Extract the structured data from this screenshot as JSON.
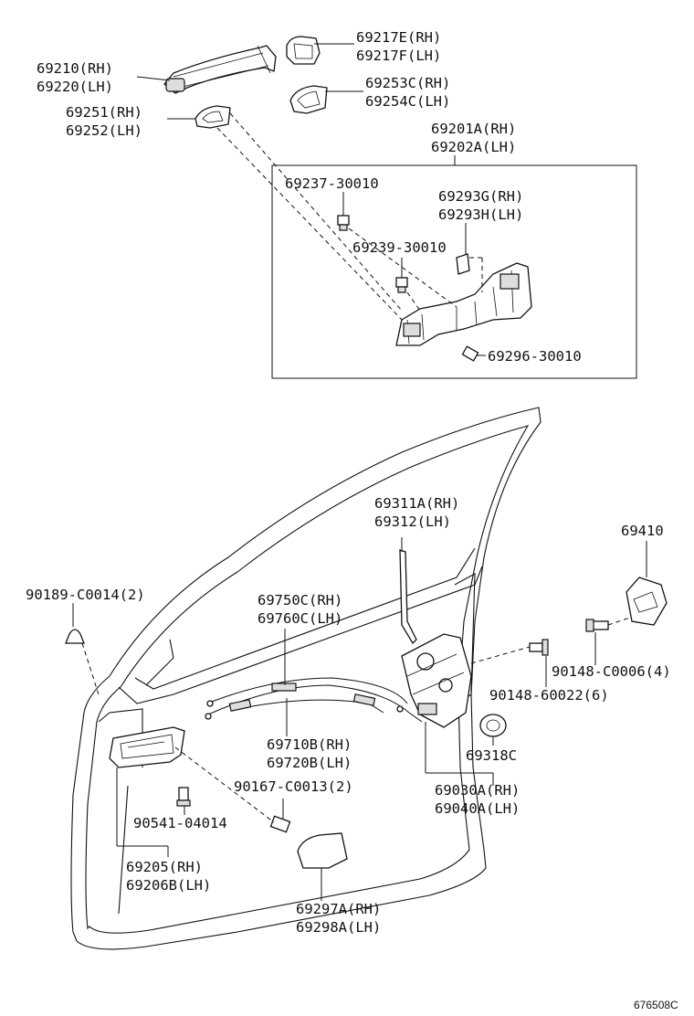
{
  "labels": {
    "p69217": [
      "69217E(RH)",
      "69217F(LH)"
    ],
    "p69210": [
      "69210(RH)",
      "69220(LH)"
    ],
    "p69253": [
      "69253C(RH)",
      "69254C(LH)"
    ],
    "p69251": [
      "69251(RH)",
      "69252(LH)"
    ],
    "p69201": [
      "69201A(RH)",
      "69202A(LH)"
    ],
    "p69237": [
      "69237-30010"
    ],
    "p69293": [
      "69293G(RH)",
      "69293H(LH)"
    ],
    "p69239": [
      "69239-30010"
    ],
    "p69296": [
      "69296-30010"
    ],
    "p69311": [
      "69311A(RH)",
      "69312(LH)"
    ],
    "p69410": [
      "69410"
    ],
    "p90189": [
      "90189-C0014(2)"
    ],
    "p69750": [
      "69750C(RH)",
      "69760C(LH)"
    ],
    "p90148a": [
      "90148-C0006(4)"
    ],
    "p90148b": [
      "90148-60022(6)"
    ],
    "p69710": [
      "69710B(RH)",
      "69720B(LH)"
    ],
    "p69318": [
      "69318C"
    ],
    "p90167": [
      "90167-C0013(2)"
    ],
    "p69030": [
      "69030A(RH)",
      "69040A(LH)"
    ],
    "p90541": [
      "90541-04014"
    ],
    "p69205": [
      "69205(RH)",
      "69206B(LH)"
    ],
    "p69297": [
      "69297A(RH)",
      "69298A(LH)"
    ]
  },
  "drawing_ref": "676508C"
}
